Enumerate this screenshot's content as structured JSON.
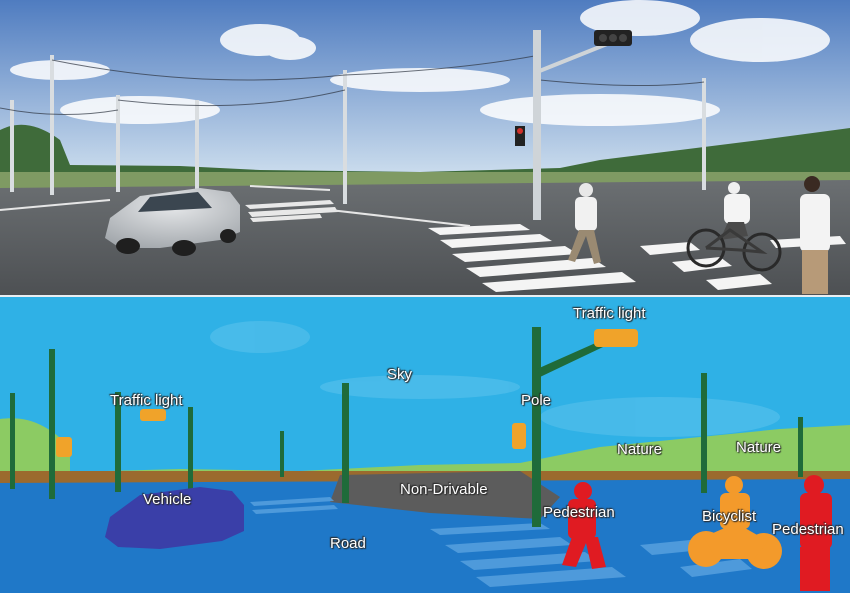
{
  "photo": {
    "sky_top": "#4f7cc0",
    "sky_bottom": "#cfe0ef",
    "road_color": "#5e6266",
    "grass_color": "#7f9a63"
  },
  "segmentation": {
    "colors": {
      "sky": "#2fb1e6",
      "nature": "#8ccb63",
      "road": "#1f78c8",
      "non_drivable": "#5c5c5c",
      "pole": "#1f6b3a",
      "traffic_light": "#f0a32a",
      "vehicle": "#3a3fa8",
      "pedestrian": "#e01b22",
      "bicyclist": "#f39a2b"
    },
    "labels": {
      "traffic_light_right": "Traffic light",
      "traffic_light_left": "Traffic light",
      "sky": "Sky",
      "pole": "Pole",
      "nature_mid": "Nature",
      "nature_right": "Nature",
      "vehicle": "Vehicle",
      "non_drivable": "Non-Drivable",
      "road": "Road",
      "pedestrian_mid": "Pedestrian",
      "bicyclist": "Bicyclist",
      "pedestrian_right": "Pedestrian"
    }
  }
}
